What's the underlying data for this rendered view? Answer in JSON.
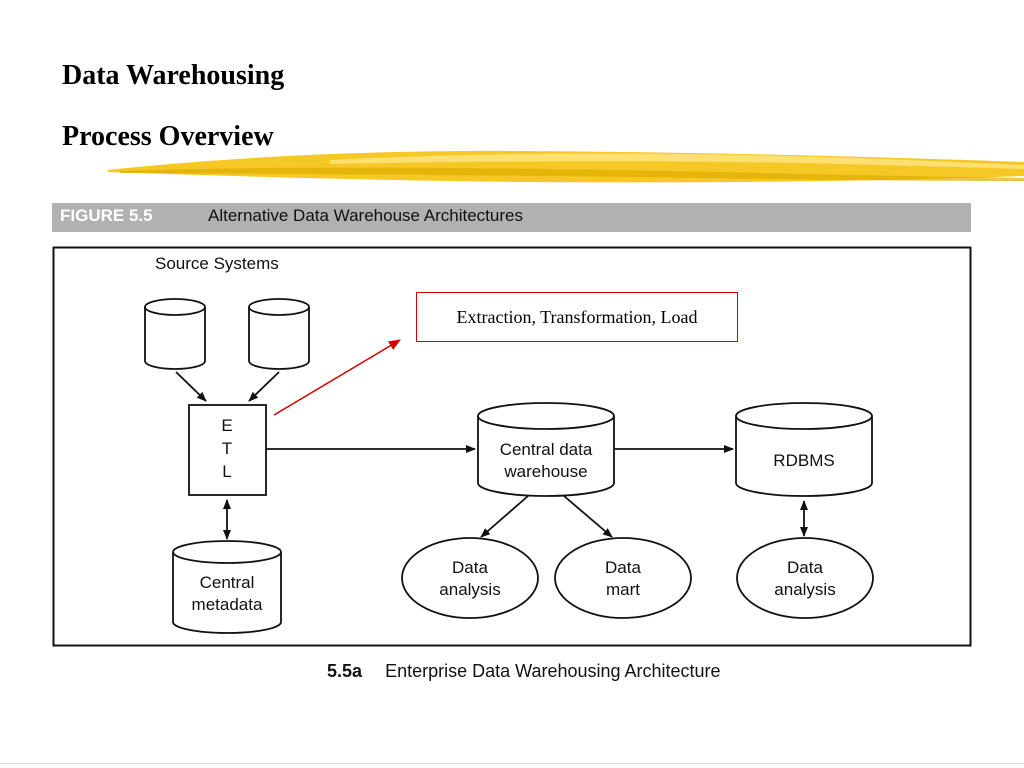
{
  "slide": {
    "title_line1": "Data Warehousing",
    "title_line2": "Process Overview",
    "highlight_color": "#f4c20d"
  },
  "figure": {
    "label": "FIGURE 5.5",
    "title": "Alternative Data Warehouse Architectures",
    "bar_color": "#b1b1b1"
  },
  "diagram": {
    "source_systems_label": "Source Systems",
    "etl_box": {
      "line1": "E",
      "line2": "T",
      "line3": "L"
    },
    "central_metadata": {
      "line1": "Central",
      "line2": "metadata"
    },
    "central_warehouse": {
      "line1": "Central data",
      "line2": "warehouse"
    },
    "rdbms": {
      "label": "RDBMS"
    },
    "data_analysis_left": {
      "line1": "Data",
      "line2": "analysis"
    },
    "data_mart": {
      "line1": "Data",
      "line2": "mart"
    },
    "data_analysis_right": {
      "line1": "Data",
      "line2": "analysis"
    }
  },
  "callout": {
    "text": "Extraction, Transformation, Load",
    "border_color": "#d40000"
  },
  "caption": {
    "number": "5.5a",
    "text": "Enterprise Data Warehousing Architecture"
  }
}
